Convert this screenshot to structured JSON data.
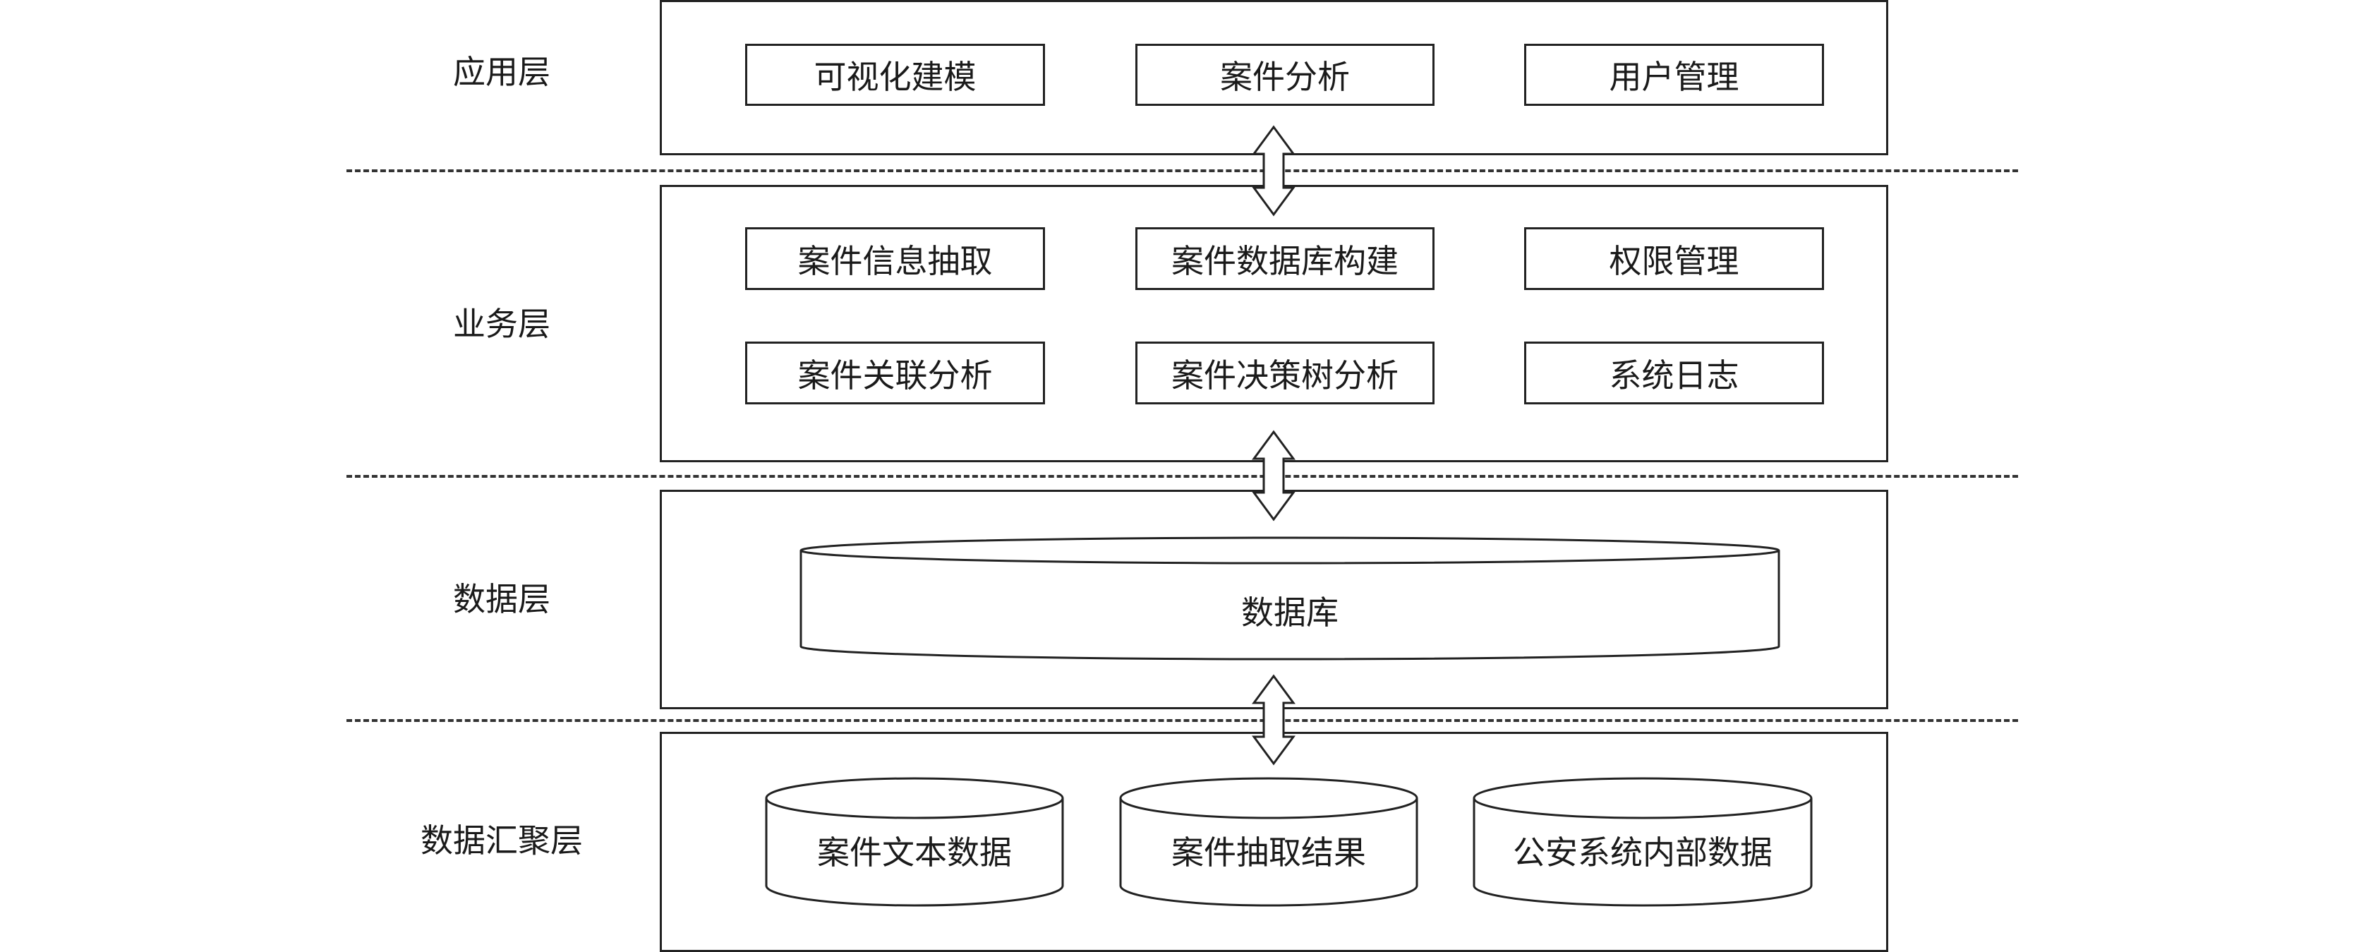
{
  "layers": [
    {
      "label": "应用层",
      "modules": [
        "可视化建模",
        "案件分析",
        "用户管理"
      ]
    },
    {
      "label": "业务层",
      "modules": [
        "案件信息抽取",
        "案件数据库构建",
        "权限管理",
        "案件关联分析",
        "案件决策树分析",
        "系统日志"
      ]
    },
    {
      "label": "数据层",
      "database": "数据库"
    },
    {
      "label": "数据汇聚层",
      "sources": [
        "案件文本数据",
        "案件抽取结果",
        "公安系统内部数据"
      ]
    }
  ],
  "colors": {
    "stroke": "#222222",
    "background": "#ffffff"
  }
}
